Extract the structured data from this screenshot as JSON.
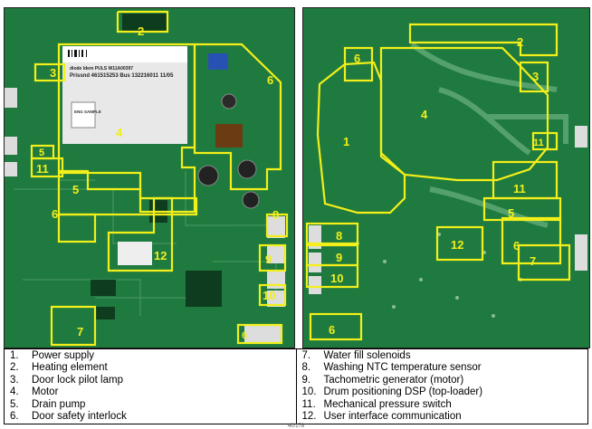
{
  "left_board": {
    "sticker": {
      "line1": "diode Idem PULS W11A00397",
      "line2": "Prissnd 461515253 Bus 132216011 11/05"
    },
    "sample_label": "ENG SAMPLE",
    "regions": [
      {
        "n": "2"
      },
      {
        "n": "3"
      },
      {
        "n": "4"
      },
      {
        "n": "6"
      },
      {
        "n": "5"
      },
      {
        "n": "11"
      },
      {
        "n": "5"
      },
      {
        "n": "6"
      },
      {
        "n": "8"
      },
      {
        "n": "12"
      },
      {
        "n": "9"
      },
      {
        "n": "10"
      },
      {
        "n": "7"
      },
      {
        "n": "6"
      }
    ]
  },
  "right_board": {
    "regions": [
      {
        "n": "2"
      },
      {
        "n": "3"
      },
      {
        "n": "6"
      },
      {
        "n": "4"
      },
      {
        "n": "1"
      },
      {
        "n": "11"
      },
      {
        "n": "11"
      },
      {
        "n": "5"
      },
      {
        "n": "6"
      },
      {
        "n": "7"
      },
      {
        "n": "12"
      },
      {
        "n": "8"
      },
      {
        "n": "9"
      },
      {
        "n": "10"
      },
      {
        "n": "6"
      }
    ]
  },
  "legend": {
    "left": [
      {
        "num": "1.",
        "label": "Power supply"
      },
      {
        "num": "2.",
        "label": "Heating element"
      },
      {
        "num": "3.",
        "label": "Door lock pilot lamp"
      },
      {
        "num": "4.",
        "label": "Motor"
      },
      {
        "num": "5.",
        "label": "Drain pump"
      },
      {
        "num": "6.",
        "label": "Door safety interlock"
      }
    ],
    "right": [
      {
        "num": "7.",
        "label": "Water fill solenoids"
      },
      {
        "num": "8.",
        "label": "Washing NTC temperature sensor"
      },
      {
        "num": "9.",
        "label": "Tachometric generator (motor)"
      },
      {
        "num": "10.",
        "label": "Drum positioning DSP (top-loader)"
      },
      {
        "num": "11.",
        "label": "Mechanical pressure switch"
      },
      {
        "num": "12.",
        "label": "User interface communication"
      }
    ]
  },
  "colors": {
    "board": "#1f7a3f",
    "board_dark": "#145a2c",
    "outline": "#f2ef1a",
    "sticker": "#f2f2f2"
  },
  "footer_text": "40/178"
}
